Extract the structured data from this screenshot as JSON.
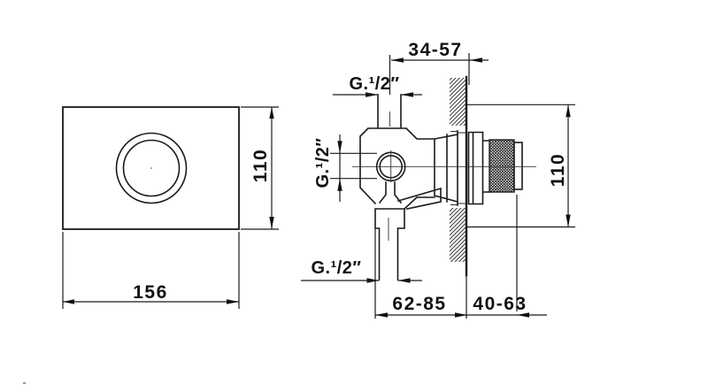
{
  "drawing": {
    "colors": {
      "line": "#1a1a1a",
      "background": "#ffffff"
    },
    "front_view": {
      "width_label": "156",
      "height_label": "110"
    },
    "side_view": {
      "depth_range_label": "34-57",
      "height_label": "110",
      "inlet_thread_label": "G.¹/2″",
      "side_port_thread_label": "G.¹/2″",
      "bottom_thread_label": "G.¹/2″",
      "inlet_projection_range_label": "62-85",
      "handle_projection_range_label": "40-63"
    }
  }
}
